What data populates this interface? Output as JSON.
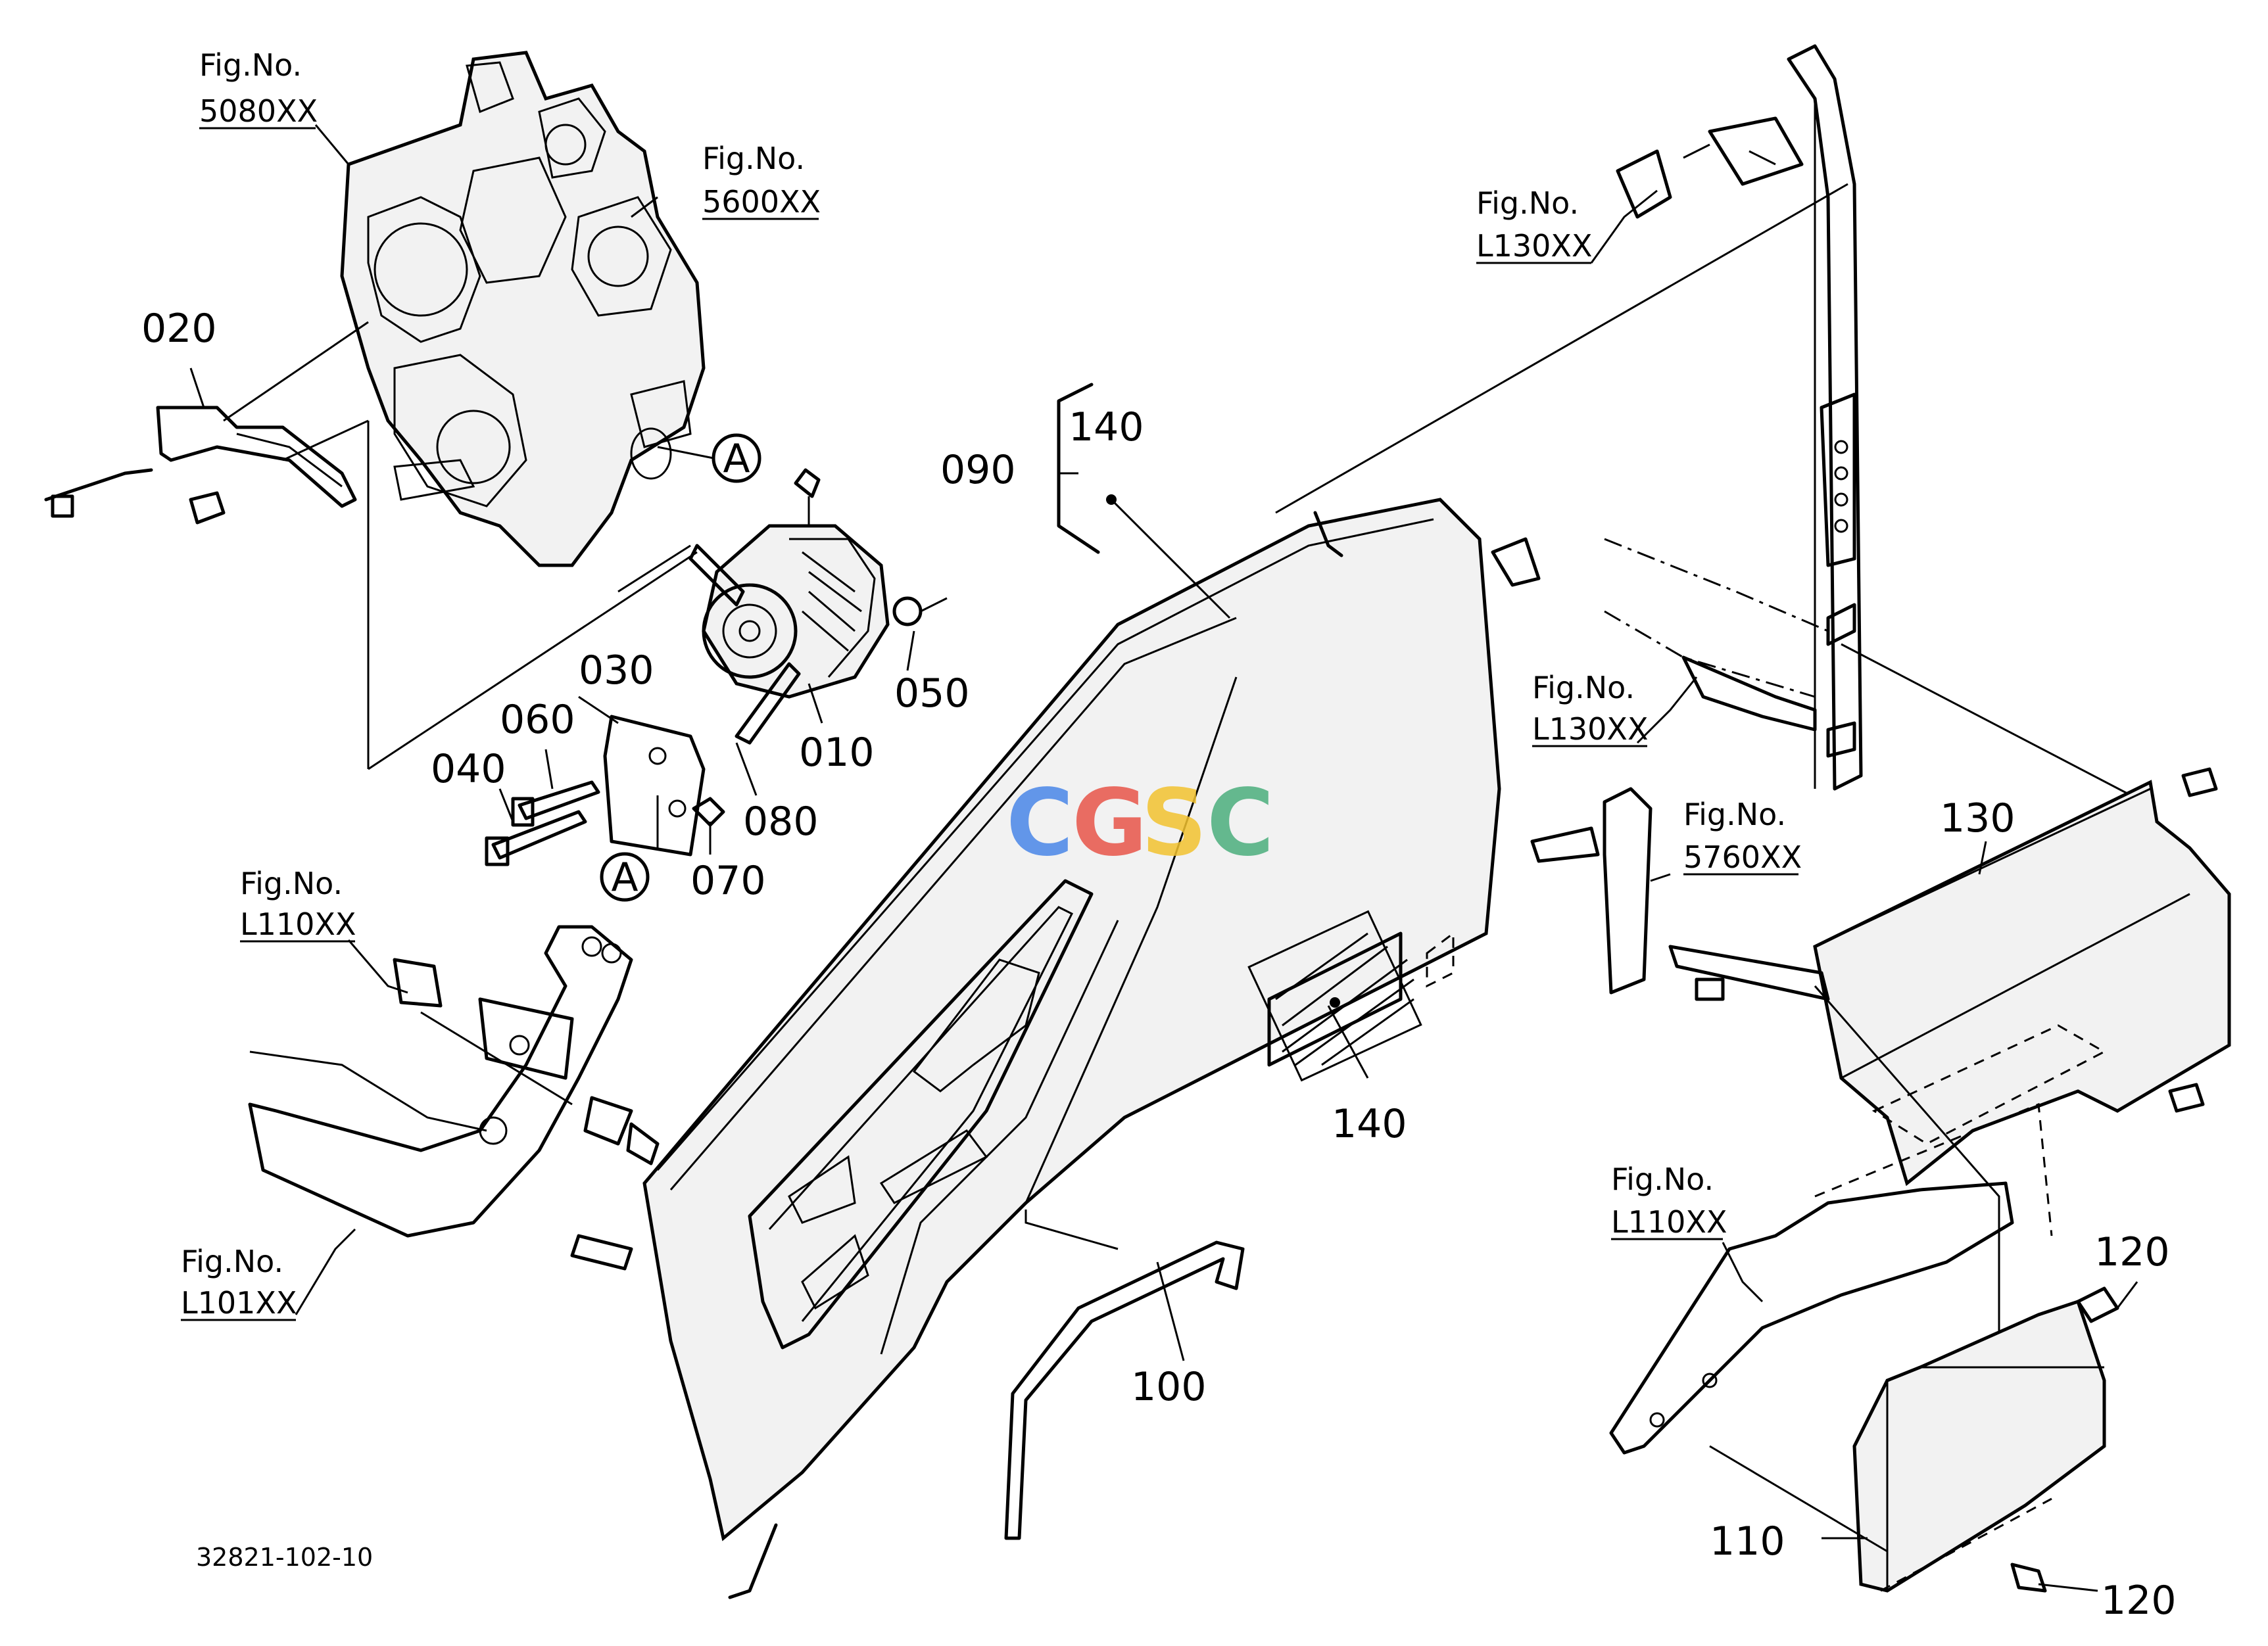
{
  "parts": {
    "p010": "010",
    "p020": "020",
    "p030": "030",
    "p040": "040",
    "p050": "050",
    "p060": "060",
    "p070": "070",
    "p080": "080",
    "p090": "090",
    "p100": "100",
    "p110": "110",
    "p120a": "120",
    "p120b": "120",
    "p130": "130",
    "p140a": "140",
    "p140b": "140"
  },
  "figure_refs": [
    {
      "label": "Fig.No.",
      "code": "5080XX"
    },
    {
      "label": "Fig.No.",
      "code": "5600XX"
    },
    {
      "label": "Fig.No.",
      "code": "L130XX"
    },
    {
      "label": "Fig.No.",
      "code": "L130XX"
    },
    {
      "label": "Fig.No.",
      "code": "5760XX"
    },
    {
      "label": "Fig.No.",
      "code": "L110XX"
    },
    {
      "label": "Fig.No.",
      "code": "L101XX"
    },
    {
      "label": "Fig.No.",
      "code": "L110XX"
    }
  ],
  "markers": {
    "a1": "A",
    "a2": "A"
  },
  "drawing_number": "32821-102-10",
  "watermark": {
    "letters": [
      "C",
      "G",
      "S",
      "C"
    ],
    "colors": [
      "#4a86e8",
      "#e8554a",
      "#f2c230",
      "#4caf7d"
    ]
  }
}
